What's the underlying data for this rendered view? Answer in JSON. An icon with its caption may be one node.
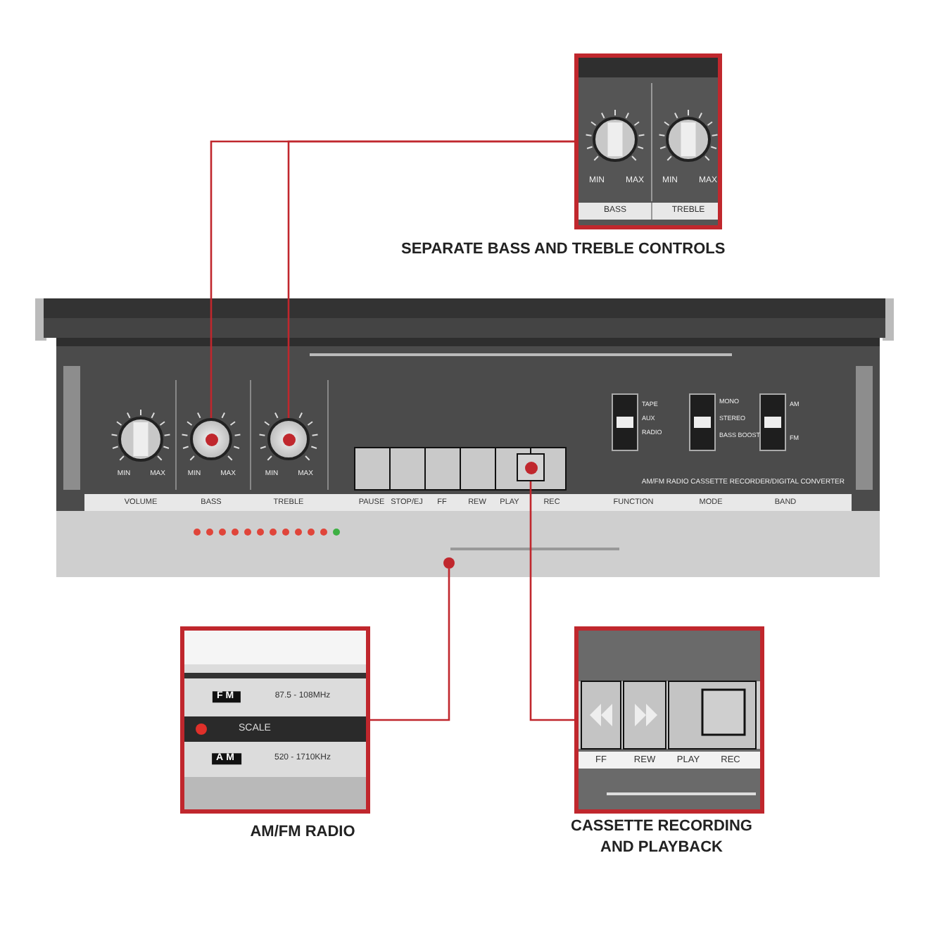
{
  "diagram": {
    "nodes": [
      {
        "text": [
          "MIN",
          "MAX",
          "MIN",
          "MAX",
          "BASS",
          "TREBLE"
        ],
        "beside": [
          "SEPARATE BASS AND TREBLE CONTROLS"
        ]
      },
      {
        "text": [
          "MIN",
          "MAX",
          "MIN",
          "MAX",
          "MIN",
          "MAX",
          "VOLUME",
          "BASS",
          "TREBLE",
          "PAUSE",
          "STOP/EJ",
          "FF",
          "REW",
          "PLAY",
          "REC",
          "FUNCTION",
          "MODE",
          "BAND",
          "TAPE",
          "AUX",
          "RADIO",
          "MONO",
          "STEREO",
          "BASS BOOST",
          "AM",
          "FM",
          "AM/FM RADIO CASSETTE RECORDER/DIGITAL CONVERTER"
        ]
      },
      {
        "text": [],
        "shape": "circle",
        "in": 1
      },
      {
        "text": [],
        "shape": "circle",
        "in": 1
      },
      {
        "text": [],
        "shape": "box",
        "in": 1
      },
      {
        "text": [],
        "shape": "circle",
        "in": 1
      },
      {
        "text": [
          "FM",
          "87.5 - 108MHz",
          "SCALE",
          "AM",
          "520 - 1710KHz"
        ],
        "beside": [
          "AM/FM RADIO"
        ]
      },
      {
        "text": [
          "FF",
          "REW",
          "PLAY",
          "REC"
        ],
        "beside": [
          "CASSETTE RECORDING AND PLAYBACK"
        ]
      }
    ],
    "edges": [
      {
        "from": 0,
        "to": 2,
        "arrow": "none"
      },
      {
        "from": 0,
        "to": 3,
        "arrow": "none"
      },
      {
        "from": 5,
        "to": 6,
        "arrow": "none"
      },
      {
        "from": 4,
        "to": 7,
        "arrow": "none"
      }
    ]
  }
}
